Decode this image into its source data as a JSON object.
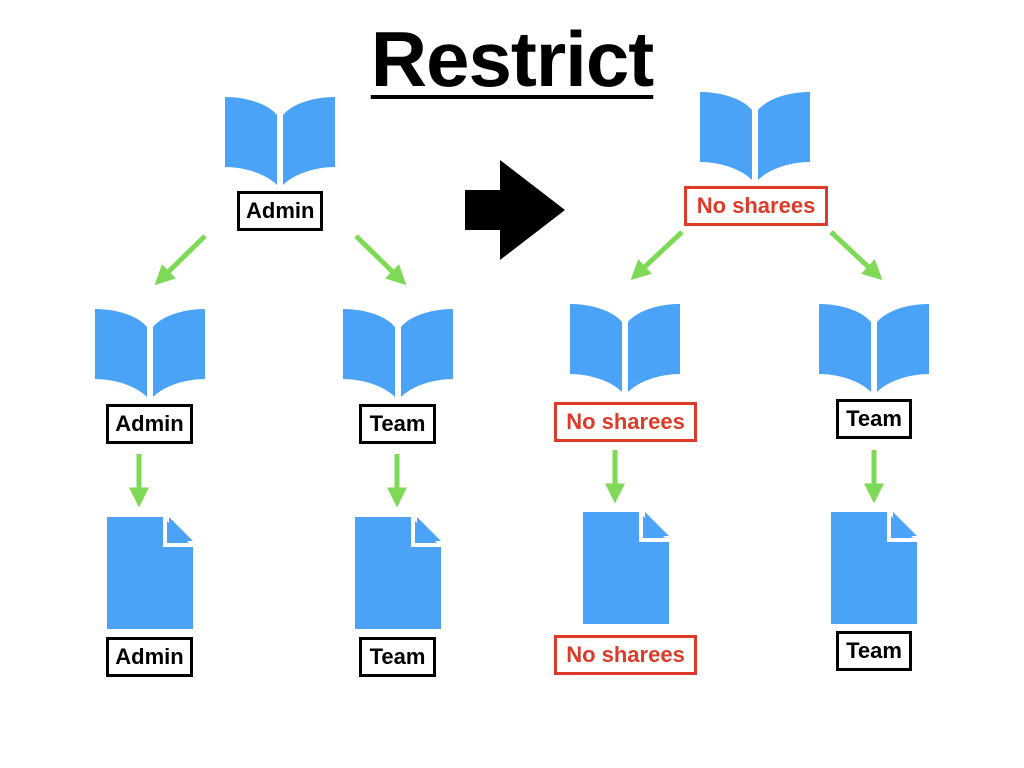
{
  "title": "Restrict",
  "colors": {
    "icon_blue": "#4aa3f7",
    "arrow_green": "#7ed957",
    "restricted_red": "#dc3b2a",
    "outline_black": "#000000"
  },
  "before": {
    "parent": {
      "icon": "book-icon",
      "label": "Admin"
    },
    "children": [
      {
        "icon": "book-icon",
        "label": "Admin",
        "file": {
          "icon": "file-icon",
          "label": "Admin"
        }
      },
      {
        "icon": "book-icon",
        "label": "Team",
        "file": {
          "icon": "file-icon",
          "label": "Team"
        }
      }
    ]
  },
  "transition": {
    "icon": "arrow-right-icon"
  },
  "after": {
    "parent": {
      "icon": "book-icon",
      "label": "No sharees"
    },
    "children": [
      {
        "icon": "book-icon",
        "label": "No sharees",
        "file": {
          "icon": "file-icon",
          "label": "No sharees"
        }
      },
      {
        "icon": "book-icon",
        "label": "Team",
        "file": {
          "icon": "file-icon",
          "label": "Team"
        }
      }
    ]
  }
}
